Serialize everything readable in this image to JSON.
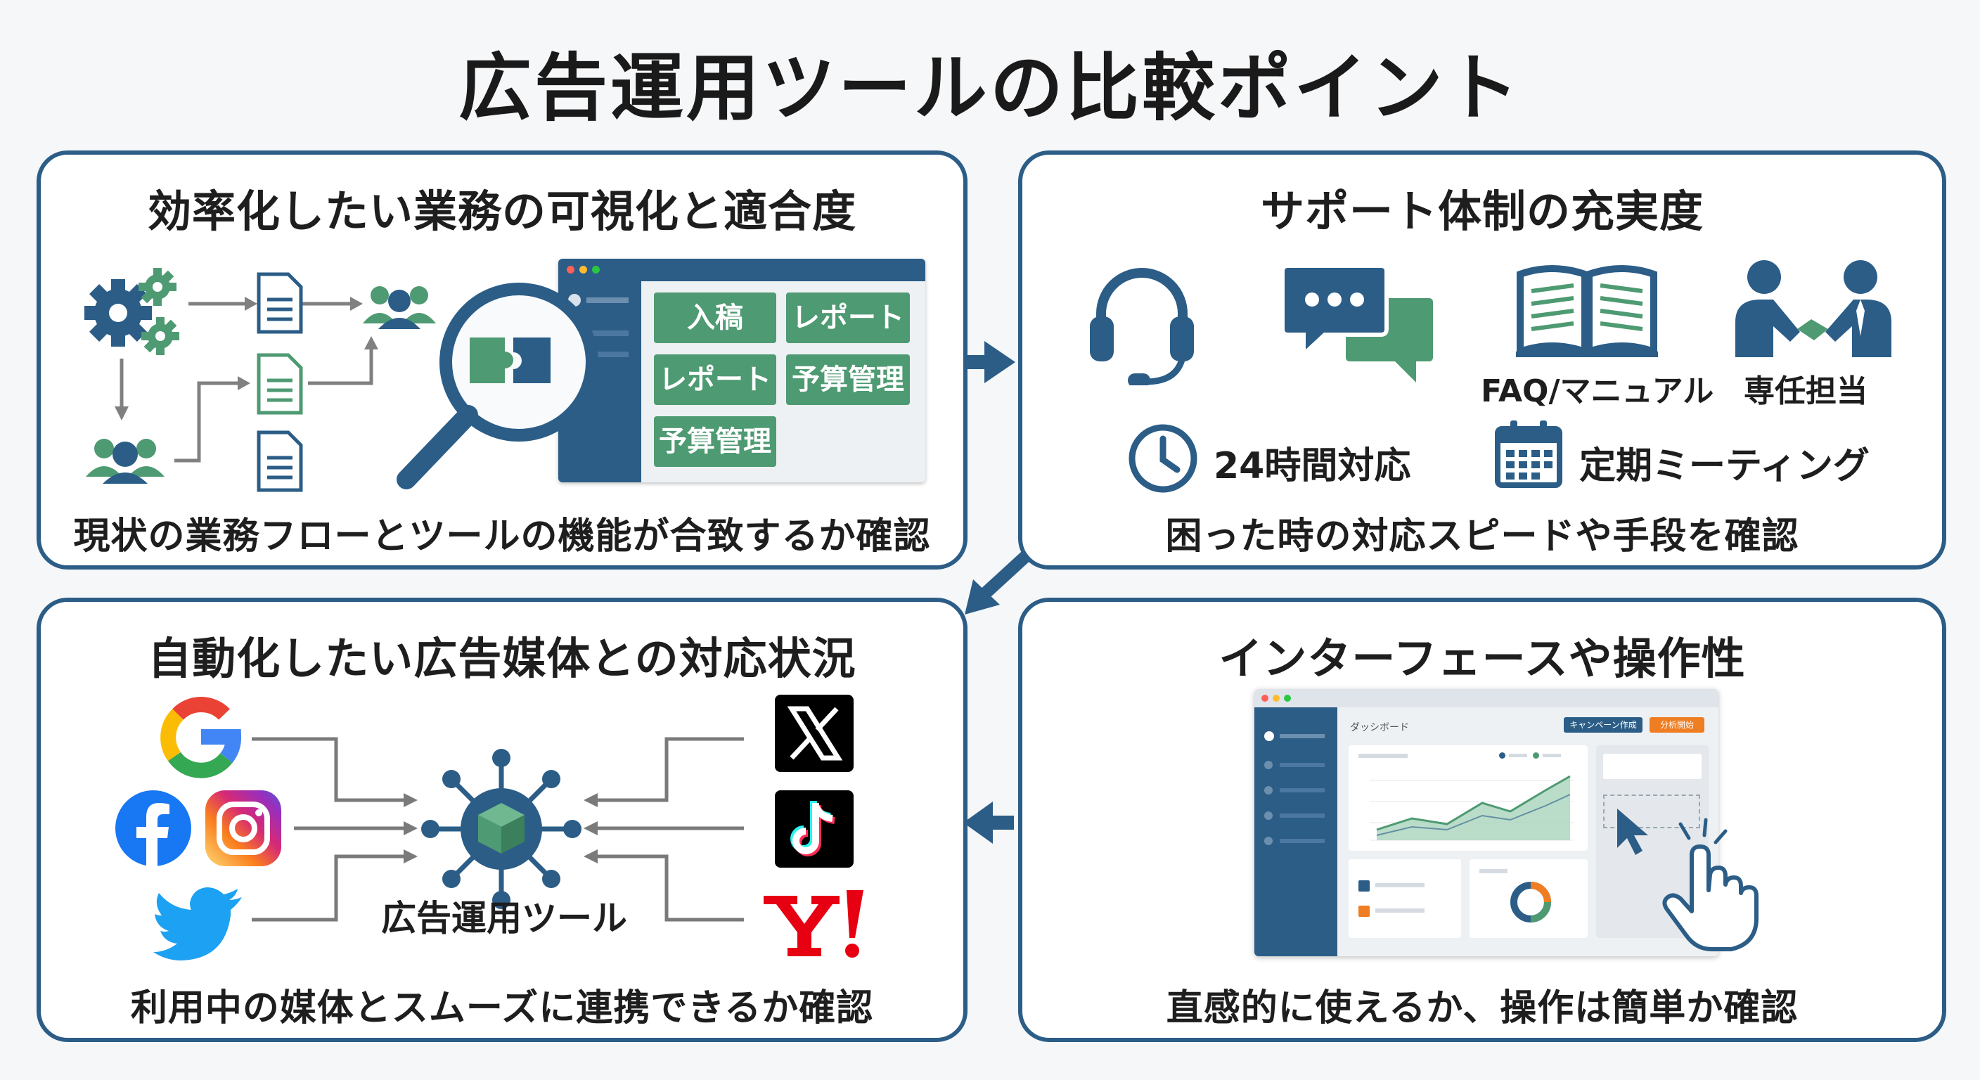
{
  "title": "広告運用ツールの比較ポイント",
  "panels": {
    "p1": {
      "heading": "効率化したい業務の可視化と適合度",
      "tags": [
        "入稿",
        "レポート",
        "レポート",
        "予算管理",
        "予算管理"
      ],
      "footer": "現状の業務フローとツールの機能が合致するか確認"
    },
    "p2": {
      "heading": "サポート体制の充実度",
      "faq": "FAQ/マニュアル",
      "dedicated": "専任担当",
      "hours": "24時間対応",
      "meeting": "定期ミーティング",
      "footer": "困った時の対応スピードや手段を確認"
    },
    "p3": {
      "heading": "自動化したい広告媒体との対応状況",
      "hub": "広告運用ツール",
      "footer": "利用中の媒体とスムーズに連携できるか確認"
    },
    "p4": {
      "heading": "インターフェースや操作性",
      "dashboard": "ダッシボード",
      "btn_campaign": "キャンペーン作成",
      "btn_analysis": "分析開始",
      "footer": "直感的に使えるか、操作は簡単か確認"
    }
  },
  "colors": {
    "navy": "#2b5d87",
    "green": "#4e9a72",
    "orange": "#ef7d22"
  }
}
